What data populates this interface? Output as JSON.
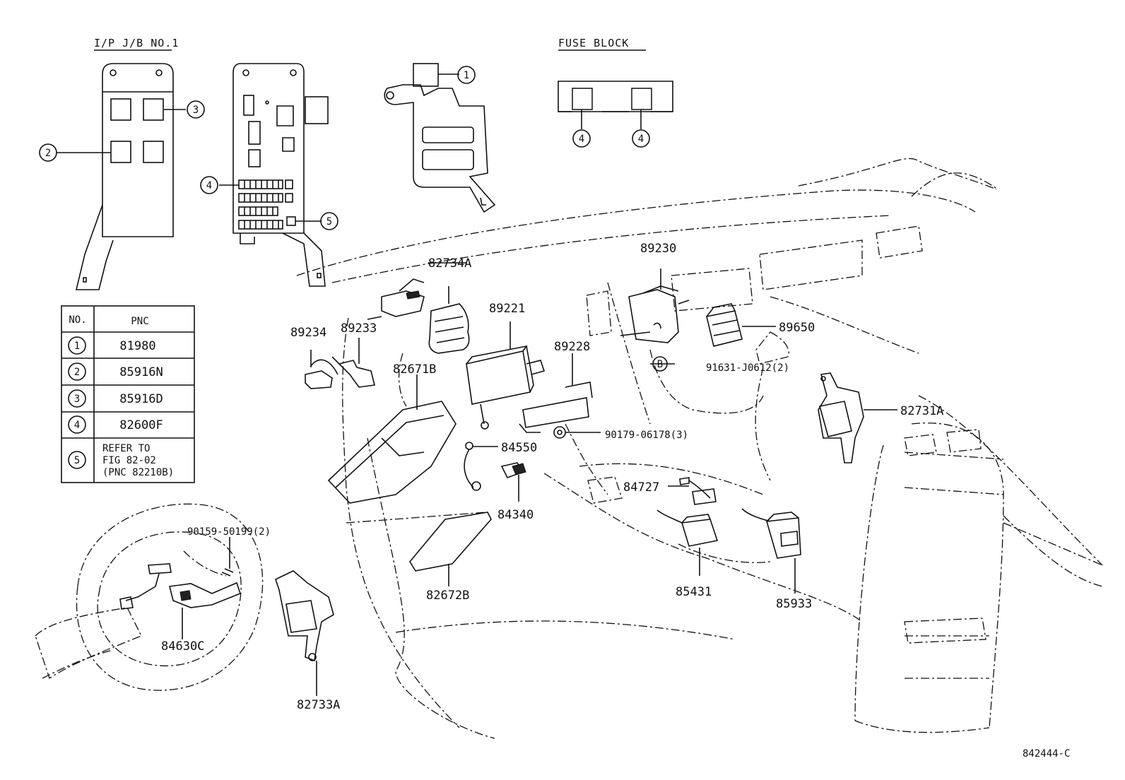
{
  "headings": {
    "junction_block": "I/P  J/B  NO.1",
    "fuse_block": "FUSE  BLOCK"
  },
  "callouts": [
    "1",
    "2",
    "3",
    "4",
    "5",
    "B"
  ],
  "table": {
    "headers": [
      "NO.",
      "PNC"
    ],
    "rows": [
      {
        "no": "1",
        "pnc": "81980"
      },
      {
        "no": "2",
        "pnc": "85916N"
      },
      {
        "no": "3",
        "pnc": "85916D"
      },
      {
        "no": "4",
        "pnc": "82600F"
      },
      {
        "no": "5",
        "pnc": [
          "REFER  TO",
          "FIG  82-02",
          "(PNC  82210B)"
        ]
      }
    ]
  },
  "parts": {
    "p82734A": "82734A",
    "p89230": "89230",
    "p89221": "89221",
    "p89234": "89234",
    "p89233": "89233",
    "p89228": "89228",
    "p89650": "89650",
    "p82671B": "82671B",
    "p91631": "91631-J0612(2)",
    "p82731A": "82731A",
    "p90179": "90179-06178(3)",
    "p84550": "84550",
    "p84727": "84727",
    "p84340": "84340",
    "p90159": "90159-50199(2)",
    "p85431": "85431",
    "p85933": "85933",
    "p84630C": "84630C",
    "p82672B": "82672B",
    "p82733A": "82733A"
  },
  "figure_code": "842444-C"
}
